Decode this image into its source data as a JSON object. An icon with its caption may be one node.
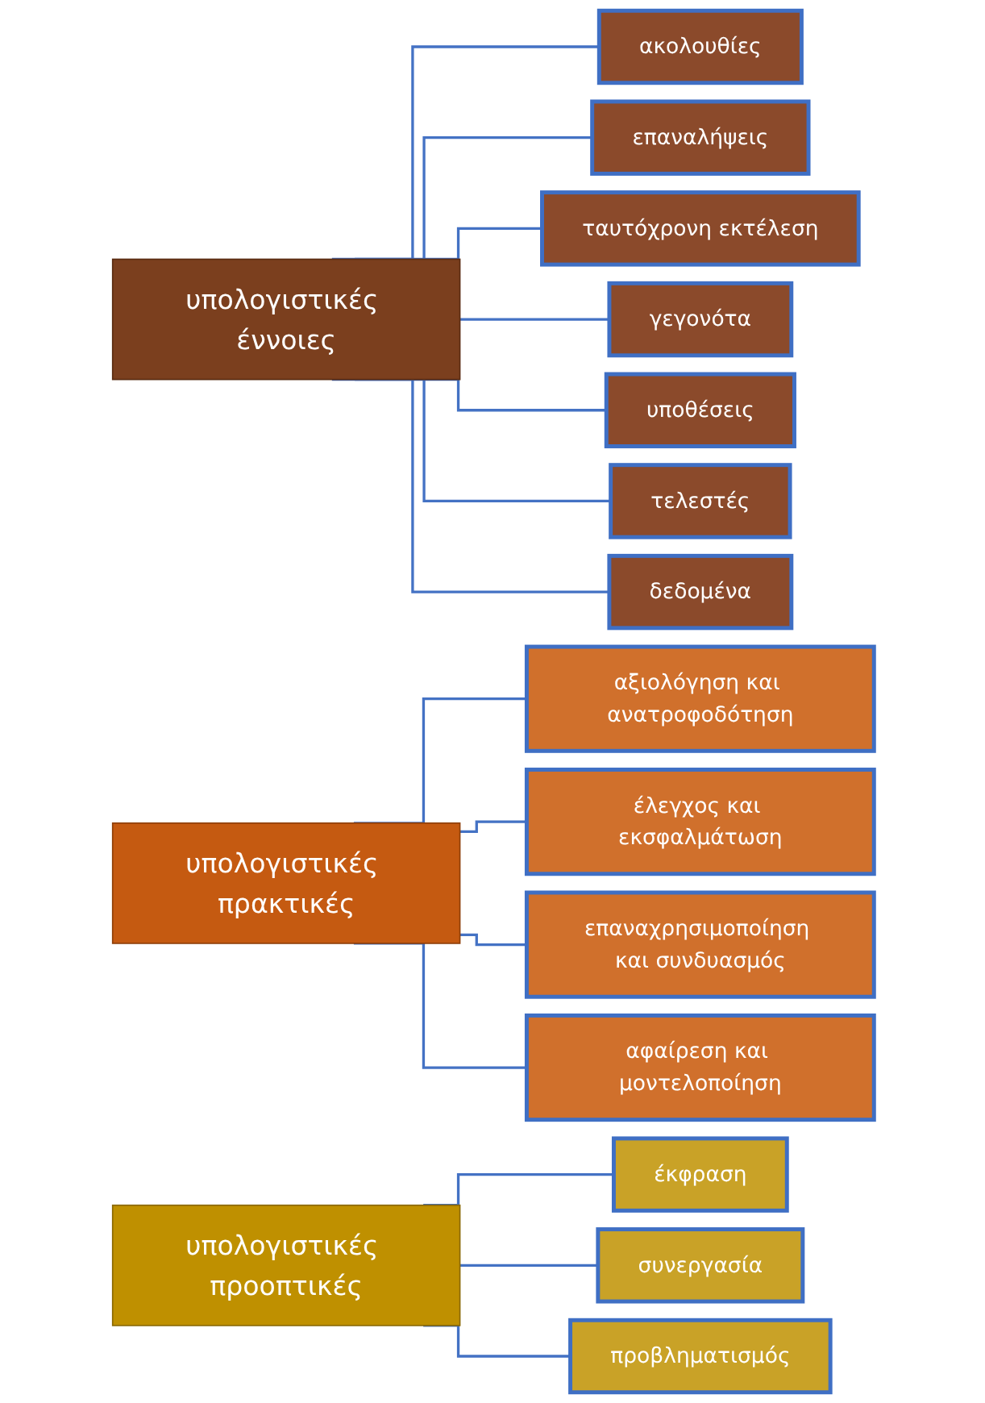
{
  "diagram": {
    "nodes": [
      {
        "text": [
          "υπολογιστικές έννοιες"
        ]
      },
      {
        "text": [
          "ακολουθίες"
        ]
      },
      {
        "text": [
          "επαναλήψεις"
        ]
      },
      {
        "text": [
          "ταυτόχρονη εκτέλεση"
        ]
      },
      {
        "text": [
          "γεγονότα"
        ]
      },
      {
        "text": [
          "υποθέσεις"
        ]
      },
      {
        "text": [
          "τελεστές"
        ]
      },
      {
        "text": [
          "δεδομένα"
        ]
      },
      {
        "text": [
          "υπολογιστικές πρακτικές"
        ]
      },
      {
        "text": [
          "αξιολόγηση και ανατροφοδότηση"
        ]
      },
      {
        "text": [
          "έλεγχος και εκσφαλμάτωση"
        ]
      },
      {
        "text": [
          "επαναχρησιμοποίηση και συνδυασμός"
        ]
      },
      {
        "text": [
          "αφαίρεση και μοντελοποίηση"
        ]
      },
      {
        "text": [
          "υπολογιστικές προοπτικές"
        ]
      },
      {
        "text": [
          "έκφραση"
        ]
      },
      {
        "text": [
          "συνεργασία"
        ]
      },
      {
        "text": [
          "προβληματισμός"
        ]
      }
    ],
    "edges": [
      {
        "from": 0,
        "to": 1,
        "arrow": "none"
      },
      {
        "from": 0,
        "to": 2,
        "arrow": "none"
      },
      {
        "from": 0,
        "to": 3,
        "arrow": "none"
      },
      {
        "from": 0,
        "to": 4,
        "arrow": "none"
      },
      {
        "from": 0,
        "to": 5,
        "arrow": "none"
      },
      {
        "from": 0,
        "to": 6,
        "arrow": "none"
      },
      {
        "from": 0,
        "to": 7,
        "arrow": "none"
      },
      {
        "from": 8,
        "to": 9,
        "arrow": "none"
      },
      {
        "from": 8,
        "to": 10,
        "arrow": "none"
      },
      {
        "from": 8,
        "to": 11,
        "arrow": "none"
      },
      {
        "from": 8,
        "to": 12,
        "arrow": "none"
      },
      {
        "from": 13,
        "to": 14,
        "arrow": "none"
      },
      {
        "from": 13,
        "to": 15,
        "arrow": "none"
      },
      {
        "from": 13,
        "to": 16,
        "arrow": "none"
      }
    ]
  }
}
